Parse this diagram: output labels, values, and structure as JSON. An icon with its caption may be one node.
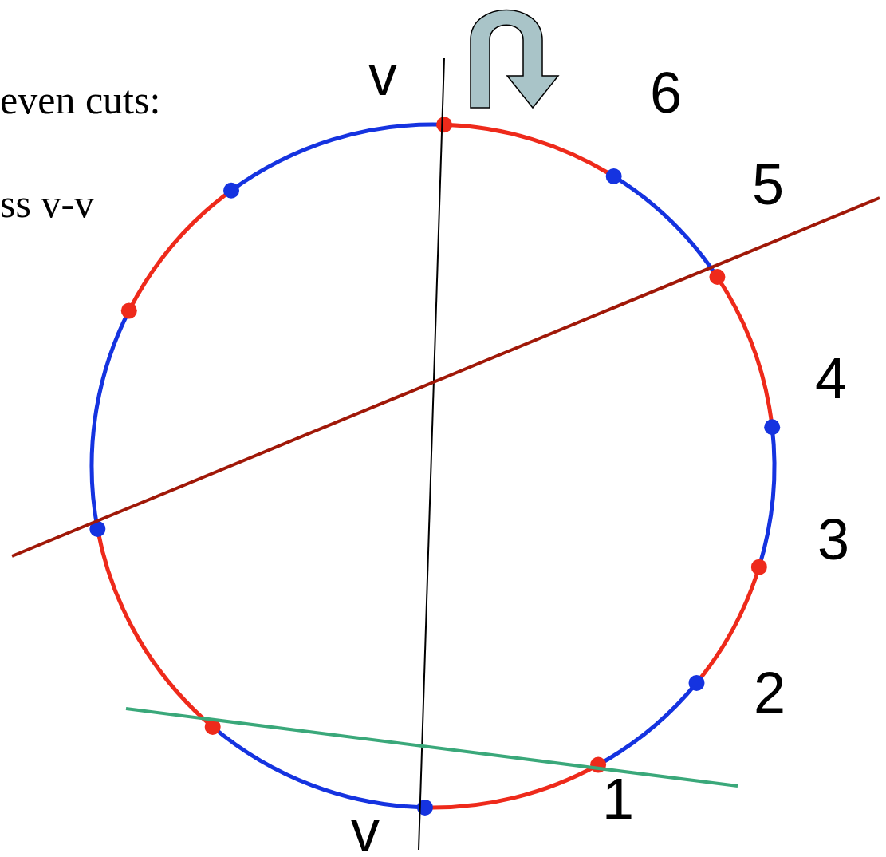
{
  "diagram": {
    "labels": [
      "v",
      "even cuts:",
      "6",
      "5",
      "ss v-v",
      "4",
      "3",
      "2",
      "1",
      "v"
    ]
  }
}
